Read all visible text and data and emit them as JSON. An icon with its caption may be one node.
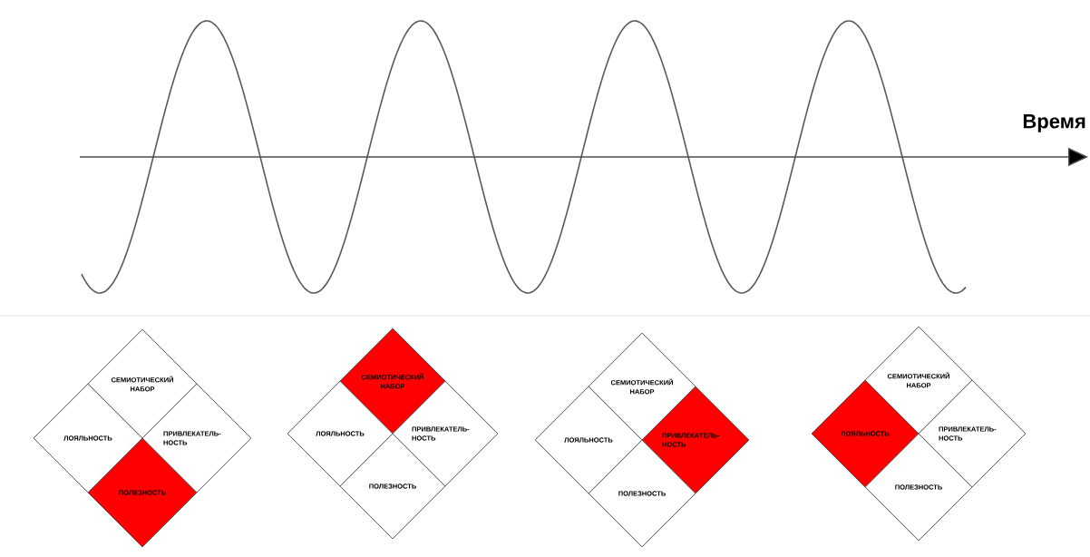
{
  "diagram": {
    "nodes": [
      {
        "text": [],
        "shape": "diamond"
      },
      {
        "text": [
          "СЕМИОТИЧЕСКИЙ НАБОР"
        ],
        "in": 0
      },
      {
        "text": [
          "ЛОЯЛЬНОСТЬ"
        ],
        "in": 0
      },
      {
        "text": [
          "ПРИВЛЕКАТЕЛЬ- НОСТЬ"
        ],
        "in": 0
      },
      {
        "text": [
          "ПОЛЕЗНОСТЬ"
        ],
        "in": 0
      },
      {
        "text": [],
        "shape": "diamond"
      },
      {
        "text": [
          "СЕМИОТИЧЕСКИЙ НАБОР"
        ],
        "in": 5
      },
      {
        "text": [
          "ЛОЯЛЬНОСТЬ"
        ],
        "in": 5
      },
      {
        "text": [
          "ПРИВЛЕКАТЕЛЬ- НОСТЬ"
        ],
        "in": 5
      },
      {
        "text": [
          "ПОЛЕЗНОСТЬ"
        ],
        "in": 5
      },
      {
        "text": [],
        "shape": "diamond"
      },
      {
        "text": [
          "СЕМИОТИЧЕСКИЙ НАБОР"
        ],
        "in": 10
      },
      {
        "text": [
          "ЛОЯЛЬНОСТЬ"
        ],
        "in": 10
      },
      {
        "text": [
          "ПРИВЛЕКАТЕЛЬ- НОСТЬ"
        ],
        "in": 10
      },
      {
        "text": [
          "ПОЛЕЗНОСТЬ"
        ],
        "in": 10
      },
      {
        "text": [],
        "shape": "diamond"
      },
      {
        "text": [
          "СЕМИОТИЧЕСКИЙ НАБОР"
        ],
        "in": 15
      },
      {
        "text": [
          "ЛОЯЛЬНОСТЬ"
        ],
        "in": 15
      },
      {
        "text": [
          "ПРИВЛЕКАТЕЛЬ- НОСТЬ"
        ],
        "in": 15
      },
      {
        "text": [
          "ПОЛЕЗНОСТЬ"
        ],
        "in": 15
      }
    ],
    "labels": [
      "Время"
    ]
  }
}
